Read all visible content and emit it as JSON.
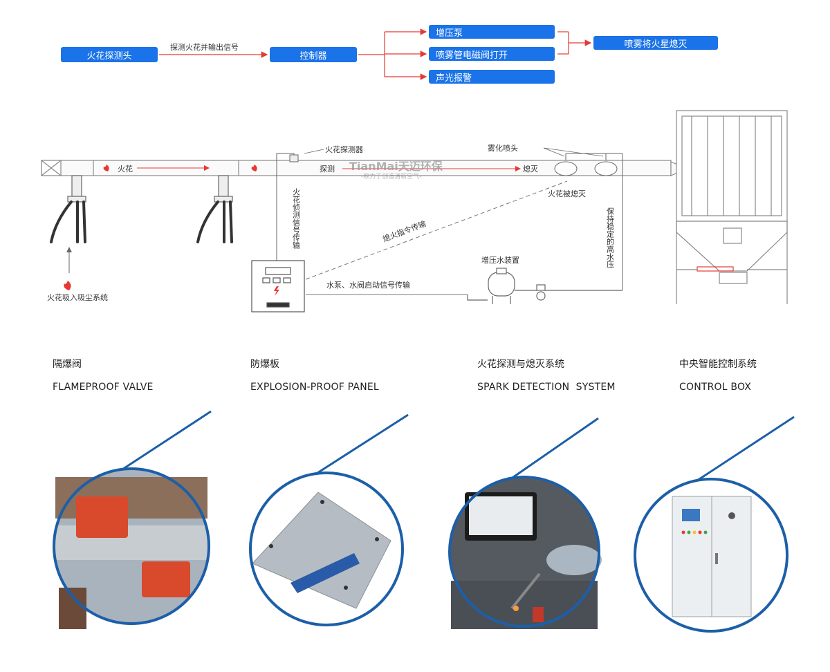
{
  "flow": {
    "spark_detector": "火花探测头",
    "signal_label": "探测火花并输出信号",
    "controller": "控制器",
    "booster_pump": "增压泵",
    "solenoid_valve": "喷雾管电磁阀打开",
    "alarm": "声光报警",
    "extinguish": "喷雾将火星熄灭"
  },
  "diagram": {
    "spark": "火花",
    "detector": "火花探测器",
    "detect": "探测",
    "atomizer": "雾化喷头",
    "extinguish": "熄灭",
    "spark_extinguished": "火花被熄灭",
    "detect_signal": "火花侦测信号传输",
    "extinguish_command": "熄火指令传输",
    "stable_pressure": "保持稳定的高水压",
    "booster_device": "增压水装置",
    "pump_signal": "水泵、水阀启动信号传输",
    "spark_suction": "火花吸入吸尘系统",
    "watermark_brand": "TianMai天迈环保",
    "watermark_slogan": "-致力于创造清新空气-"
  },
  "products": [
    {
      "cn": "隔爆阀",
      "en": "FLAMEPROOF VALVE"
    },
    {
      "cn": "防爆板",
      "en": "EXPLOSION-PROOF PANEL"
    },
    {
      "cn": "火花探测与熄灭系统",
      "en": "SPARK DETECTION  SYSTEM"
    },
    {
      "cn": "中央智能控制系统",
      "en": "CONTROL BOX"
    }
  ],
  "colors": {
    "accent": "#1a73e8",
    "arrow": "#e53935",
    "leader": "#1c5fa8"
  }
}
